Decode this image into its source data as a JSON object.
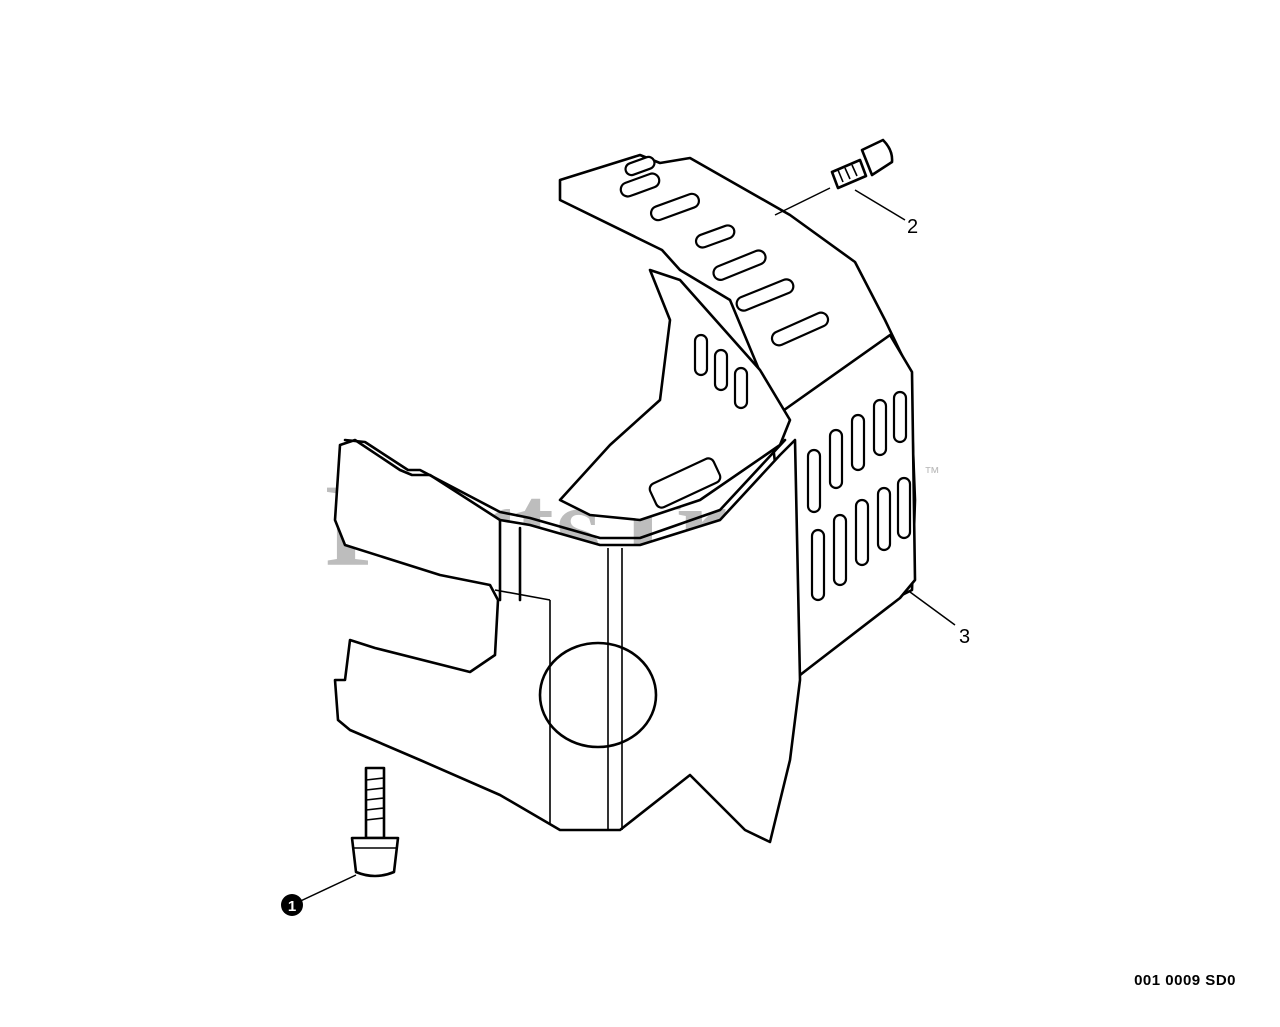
{
  "watermark": {
    "text": "PartsTree",
    "trademark": "™"
  },
  "callouts": [
    {
      "id": "1",
      "style": "filled-circle"
    },
    {
      "id": "2",
      "style": "plain"
    },
    {
      "id": "3",
      "style": "plain"
    }
  ],
  "diagram_code": "001 0009 SD0"
}
